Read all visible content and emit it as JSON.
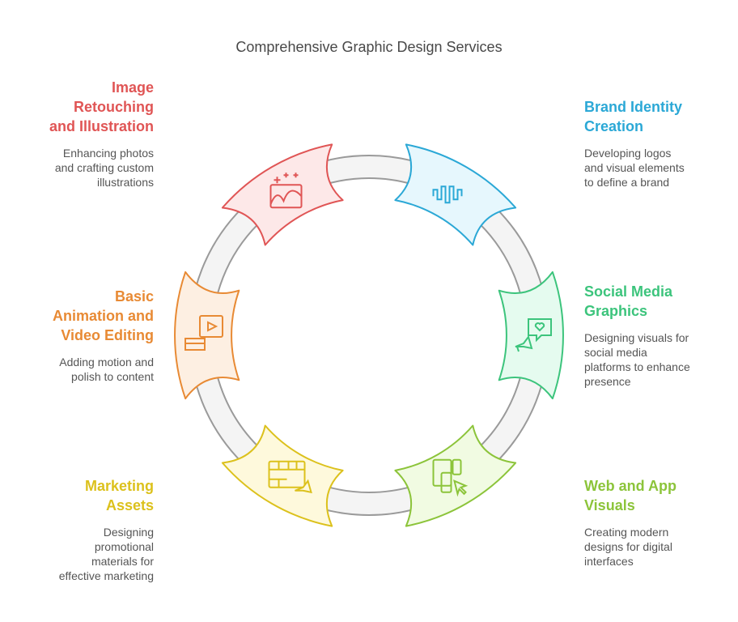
{
  "title": "Comprehensive Graphic Design Services",
  "ring": {
    "band_fill": "#f4f4f4",
    "band_stroke": "#9a9a9a"
  },
  "segments": [
    {
      "id": "image-retouching",
      "heading": "Image Retouching and Illustration",
      "heading_lines": [
        "Image",
        "Retouching",
        "and Illustration"
      ],
      "description_lines": [
        "Enhancing photos",
        "and crafting custom",
        "illustrations"
      ],
      "color": "#e05555",
      "fill": "#fde8e8",
      "icon": "image-sparkle-icon",
      "side": "left"
    },
    {
      "id": "brand-identity",
      "heading": "Brand Identity Creation",
      "heading_lines": [
        "Brand Identity",
        "Creation"
      ],
      "description_lines": [
        "Developing logos",
        "and visual elements",
        "to define a brand"
      ],
      "color": "#2ba8d6",
      "fill": "#e6f7fd",
      "icon": "waveform-icon",
      "side": "right"
    },
    {
      "id": "social-media",
      "heading": "Social Media Graphics",
      "heading_lines": [
        "Social Media",
        "Graphics"
      ],
      "description_lines": [
        "Designing visuals for",
        "social media",
        "platforms to enhance",
        "presence"
      ],
      "color": "#3cc47c",
      "fill": "#e5fbef",
      "icon": "megaphone-heart-icon",
      "side": "right"
    },
    {
      "id": "web-app",
      "heading": "Web and App Visuals",
      "heading_lines": [
        "Web and App",
        "Visuals"
      ],
      "description_lines": [
        "Creating modern",
        "designs for digital",
        "interfaces"
      ],
      "color": "#8cc43a",
      "fill": "#f1fbe2",
      "icon": "devices-cursor-icon",
      "side": "right"
    },
    {
      "id": "marketing",
      "heading": "Marketing Assets",
      "heading_lines": [
        "Marketing",
        "Assets"
      ],
      "description_lines": [
        "Designing",
        "promotional",
        "materials for",
        "effective marketing"
      ],
      "color": "#dcc11c",
      "fill": "#fef9dc",
      "icon": "film-megaphone-icon",
      "side": "left"
    },
    {
      "id": "animation",
      "heading": "Basic Animation and Video Editing",
      "heading_lines": [
        "Basic",
        "Animation and",
        "Video Editing"
      ],
      "description_lines": [
        "Adding motion and",
        "polish to content"
      ],
      "color": "#e88a34",
      "fill": "#fdefe2",
      "icon": "video-play-icon",
      "side": "left"
    }
  ]
}
